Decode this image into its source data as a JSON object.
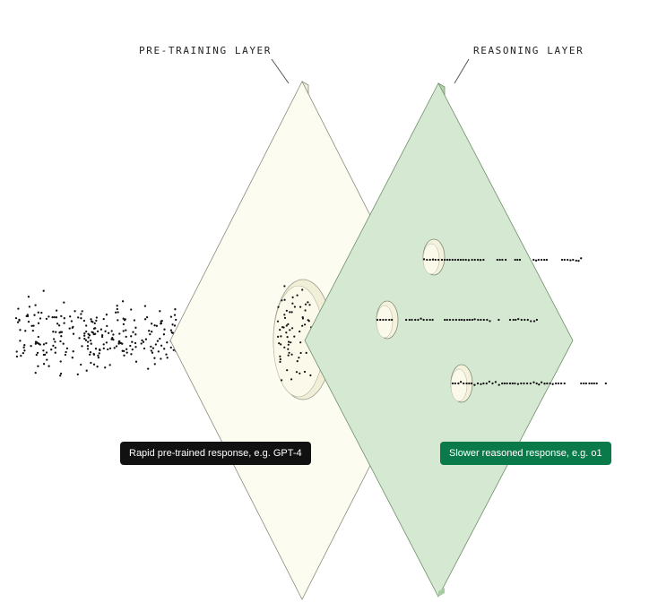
{
  "labels": {
    "pretraining_layer": "PRE-TRAINING LAYER",
    "reasoning_layer": "REASONING LAYER"
  },
  "badges": {
    "pretrained_response": "Rapid pre-trained response, e.g. GPT-4",
    "reasoned_response": "Slower reasoned response, e.g. o1"
  },
  "colors": {
    "pretraining_panel": "#fdfcf1",
    "pretraining_edge": "#eef0dc",
    "reasoning_panel": "#d5e8d2",
    "reasoning_edge": "#a9cba3",
    "pretrained_badge": "#111111",
    "reasoned_badge": "#0b7a4b",
    "dots": "#111111"
  }
}
